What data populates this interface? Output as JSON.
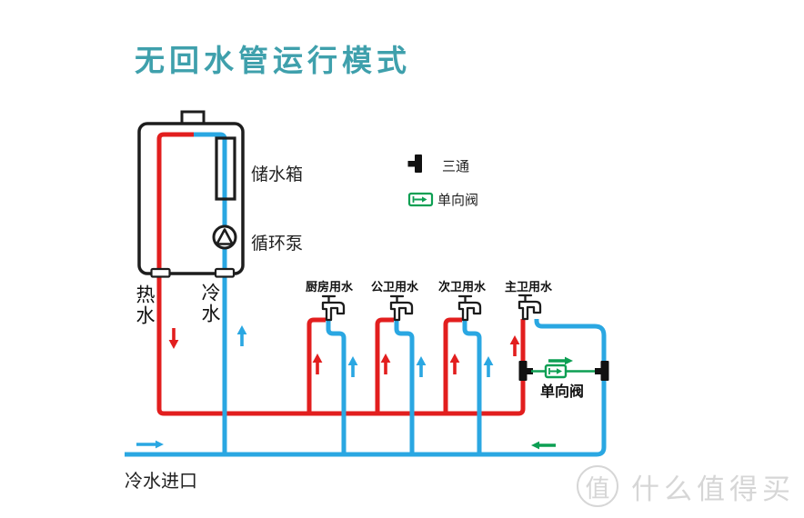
{
  "title": "无回水管运行模式",
  "colors": {
    "teal": "#3FA0AC",
    "red": "#E21E1E",
    "blue": "#2AA7E2",
    "green": "#0D9F53",
    "ink": "#1D1D1D",
    "watermark": "#D6D6D6"
  },
  "heater": {
    "tank_label": "储水箱",
    "pump_label": "循环泵",
    "hot_outlet_label": "热水",
    "cold_inlet_label": "冷水"
  },
  "legend": {
    "tee_label": "三通",
    "check_valve_label": "单向阀"
  },
  "taps": [
    {
      "label": "厨房用水"
    },
    {
      "label": "公卫用水"
    },
    {
      "label": "次卫用水"
    },
    {
      "label": "主卫用水"
    }
  ],
  "check_valve": {
    "label": "单向阀"
  },
  "cold_water_inlet_label": "冷水进口",
  "watermark": {
    "badge": "值",
    "text": "什么值得买"
  }
}
